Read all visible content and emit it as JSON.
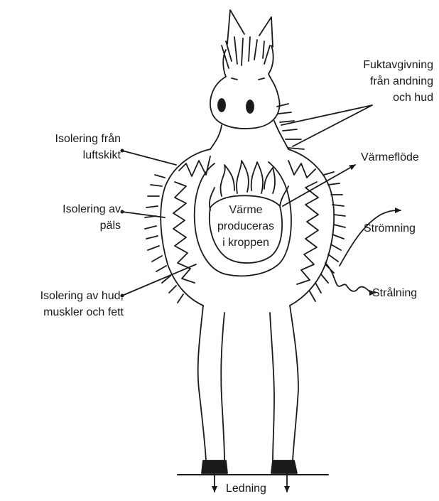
{
  "labels": {
    "fukt_1": "Fuktavgivning",
    "fukt_2": "från andning",
    "fukt_3": "och hud",
    "luft_1": "Isolering från",
    "luft_2": "luftskikt",
    "pals_1": "Isolering av",
    "pals_2": "päls",
    "hud_1": "Isolering av hud,",
    "hud_2": "muskler och fett",
    "varmeflode": "Värmeflöde",
    "stromning": "Strömning",
    "stralning": "Strålning",
    "ledning": "Ledning",
    "center_1": "Värme",
    "center_2": "produceras",
    "center_3": "i kroppen"
  },
  "colors": {
    "ink": "#1a1a1a",
    "background": "#ffffff"
  }
}
